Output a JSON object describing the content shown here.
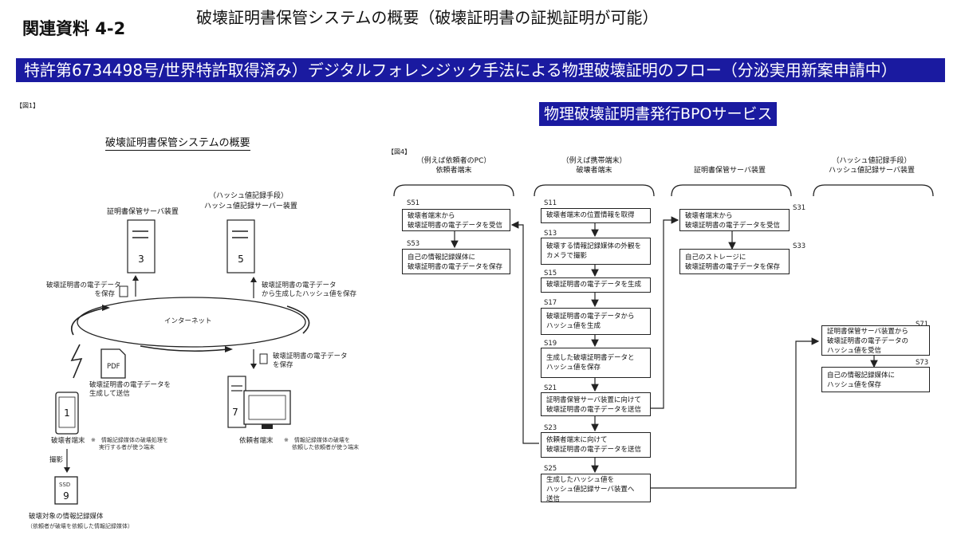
{
  "header": {
    "doc_label": "関連資料 4-2",
    "title": "破壊証明書保管システムの概要（破壊証明書の証拠証明が可能）",
    "banner": "特許第6734498号/世界特許取得済み）デジタルフォレンジック手法による物理破壊証明のフロー（分泌実用新案申請中）",
    "bpo": "物理破壊証明書発行BPOサービス"
  },
  "fig1": {
    "label": "【図1】",
    "title": "破壊証明書保管システムの概要",
    "server3_label": "証明書保管サーバ装置",
    "server3_num": "3",
    "server5_label1": "（ハッシュ値記録手段）",
    "server5_label2": "ハッシュ値記録サーバー装置",
    "server5_num": "5",
    "save_cert_1": "破壊証明書の電子データ",
    "save_cert_2": "を保存",
    "save_hash_1": "破壊証明書の電子データ",
    "save_hash_2": "から生成したハッシュ値を保存",
    "internet": "インターネット",
    "pdf": "PDF",
    "gen_send_1": "破壊証明書の電子データを",
    "gen_send_2": "生成して送信",
    "save_cert_pc_1": "破壊証明書の電子データ",
    "save_cert_pc_2": "を保存",
    "terminal1_num": "1",
    "terminal1_label": "破壊者端末",
    "terminal1_note_1": "※　情報記録媒体の破壊処理を",
    "terminal1_note_2": "実行する者が使う端末",
    "pc7_num": "7",
    "pc7_label": "依頼者端末",
    "pc7_note_1": "※　情報記録媒体の破壊を",
    "pc7_note_2": "依頼した依頼者が使う端末",
    "photo": "撮影",
    "ssd_label": "SSD",
    "ssd_num": "9",
    "media_label": "破壊対象の情報記録媒体",
    "media_sub": "（依頼者が破壊を依頼した情報記録媒体）"
  },
  "fig4": {
    "label": "【図4】",
    "columns": [
      {
        "line1": "（例えば依頼者のPC）",
        "line2": "依頼者端末"
      },
      {
        "line1": "（例えば携帯端末）",
        "line2": "破壊者端末"
      },
      {
        "line1": "",
        "line2": "証明書保管サーバ装置"
      },
      {
        "line1": "（ハッシュ値記録手段）",
        "line2": "ハッシュ値記録サーバ装置"
      }
    ],
    "steps": {
      "s51": {
        "id": "S51",
        "l1": "破壊者端末から",
        "l2": "破壊証明書の電子データを受信"
      },
      "s53": {
        "id": "S53",
        "l1": "自己の情報記録媒体に",
        "l2": "破壊証明書の電子データを保存"
      },
      "s11": {
        "id": "S11",
        "l1": "破壊者端末の位置情報を取得",
        "l2": ""
      },
      "s13": {
        "id": "S13",
        "l1": "破壊する情報記録媒体の外観を",
        "l2": "カメラで撮影"
      },
      "s15": {
        "id": "S15",
        "l1": "破壊証明書の電子データを生成",
        "l2": ""
      },
      "s17": {
        "id": "S17",
        "l1": "破壊証明書の電子データから",
        "l2": "ハッシュ値を生成"
      },
      "s19": {
        "id": "S19",
        "l1": "生成した破壊証明書データと",
        "l2": "ハッシュ値を保存"
      },
      "s21": {
        "id": "S21",
        "l1": "証明書保管サーバ装置に向けて",
        "l2": "破壊証明書の電子データを送信"
      },
      "s23": {
        "id": "S23",
        "l1": "依頼者端末に向けて",
        "l2": "破壊証明書の電子データを送信"
      },
      "s25": {
        "id": "S25",
        "l1": "生成したハッシュ値を",
        "l2": "ハッシュ値記録サーバ装置へ",
        "l3": "送信"
      },
      "s31": {
        "id": "S31",
        "l1": "破壊者端末から",
        "l2": "破壊証明書の電子データを受信"
      },
      "s33": {
        "id": "S33",
        "l1": "自己のストレージに",
        "l2": "破壊証明書の電子データを保存"
      },
      "s71": {
        "id": "S71",
        "l1": "証明書保管サーバ装置から",
        "l2": "破壊証明書の電子データの",
        "l3": "ハッシュ値を受信"
      },
      "s73": {
        "id": "S73",
        "l1": "自己の情報記録媒体に",
        "l2": "ハッシュ値を保存"
      }
    }
  }
}
